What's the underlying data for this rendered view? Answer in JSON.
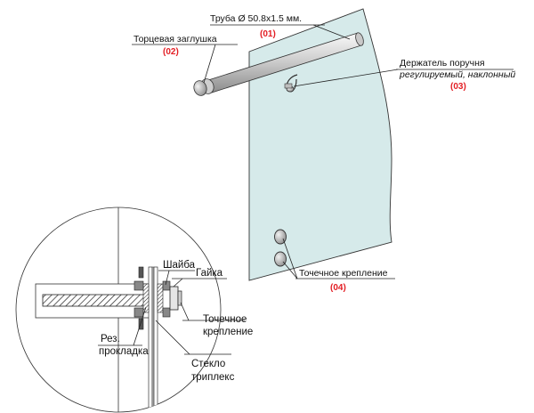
{
  "colors": {
    "glass": "#d6eaea",
    "number": "#e31e24",
    "line": "#222222"
  },
  "callouts": {
    "pipe": {
      "label": "Труба Ø 50.8x1.5 мм.",
      "number": "(01)"
    },
    "end_cap": {
      "label": "Торцевая заглушка",
      "number": "(02)"
    },
    "holder": {
      "label_line1": "Держатель поручня",
      "label_line2": "регулируемый, наклонный",
      "number": "(03)"
    },
    "point_mount": {
      "label": "Точечное крепление",
      "number": "(04)"
    }
  },
  "detail": {
    "washer": "Шайба",
    "nut": "Гайка",
    "point_mount_line1": "Точечное",
    "point_mount_line2": "крепление",
    "gasket_line1": "Рез.",
    "gasket_line2": "прокладка",
    "glass_line1": "Стекло",
    "glass_line2": "триплекс"
  }
}
